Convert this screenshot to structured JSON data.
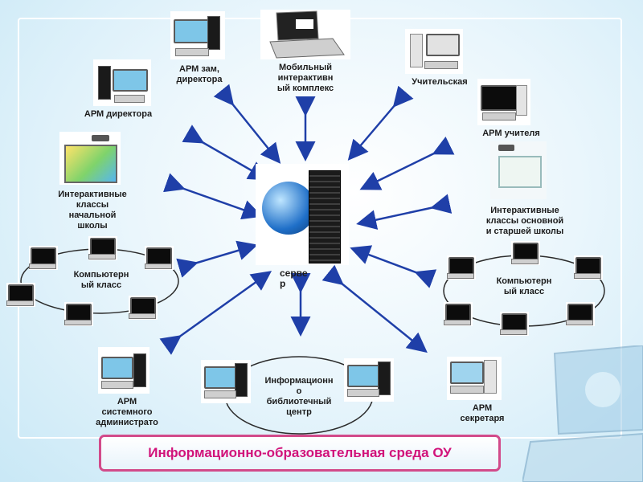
{
  "title": "Информационно-образовательная среда ОУ",
  "server_label_1": "серве",
  "server_label_2": "р",
  "nodes": {
    "arm_director": "АРМ директора",
    "arm_deputy_1": "АРМ зам,",
    "arm_deputy_2": "директора",
    "mobile_1": "Мобильный",
    "mobile_2": "интерактивн",
    "mobile_3": "ый комплекс",
    "teachers_room": "Учительская",
    "arm_teacher": "АРМ учителя",
    "interactive_primary_1": "Интерактивные",
    "interactive_primary_2": "классы",
    "interactive_primary_3": "начальной",
    "interactive_primary_4": "школы",
    "interactive_secondary_1": "Интерактивные",
    "interactive_secondary_2": "классы основной",
    "interactive_secondary_3": "и старшей школы",
    "computer_class_left_1": "Компьютерн",
    "computer_class_left_2": "ый класс",
    "computer_class_right_1": "Компьютерн",
    "computer_class_right_2": "ый класс",
    "sysadmin_1": "АРМ",
    "sysadmin_2": "системного",
    "sysadmin_3": "администрато",
    "library_1": "Информационн",
    "library_2": "о",
    "library_3": "библиотечный",
    "library_4": "центр",
    "secretary_1": "АРМ",
    "secretary_2": "секретаря"
  },
  "colors": {
    "arrow": "#1f3fa8",
    "title_text": "#d1127a",
    "title_border": "#d24a8a",
    "ring": "#2b2b2b"
  }
}
